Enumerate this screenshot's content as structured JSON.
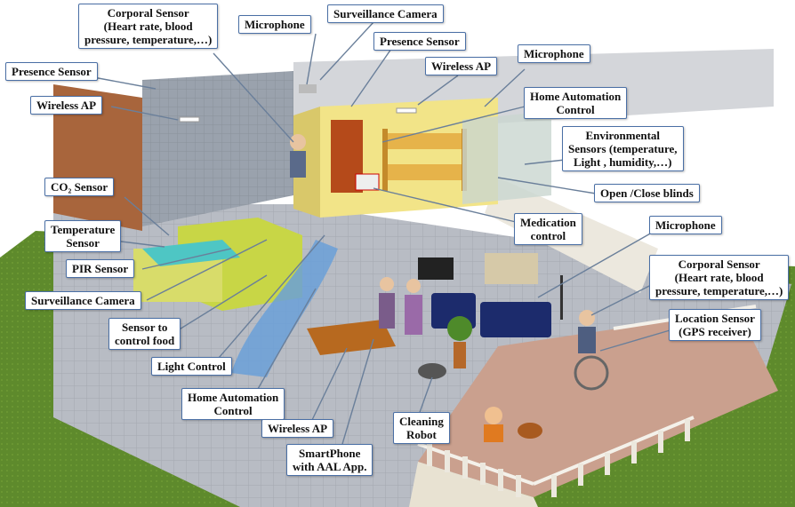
{
  "labels": {
    "corporal_sensor_top": [
      "Corporal Sensor",
      "(Heart rate, blood",
      "pressure, temperature,…)"
    ],
    "microphone_top": "Microphone",
    "surveillance_camera_top": "Surveillance Camera",
    "presence_sensor_mid": "Presence Sensor",
    "presence_sensor_left": "Presence Sensor",
    "wireless_ap_top": "Wireless AP",
    "microphone_right_top": "Microphone",
    "wireless_ap_left": "Wireless AP",
    "home_automation_top": [
      "Home Automation",
      "Control"
    ],
    "environmental_sensors": [
      "Environmental",
      "Sensors (temperature,",
      "Light , humidity,…)"
    ],
    "co2_sensor": "CO₂ Sensor",
    "open_close_blinds": "Open /Close blinds",
    "temperature_sensor": [
      "Temperature",
      "Sensor"
    ],
    "medication_control": [
      "Medication",
      "control"
    ],
    "microphone_right": "Microphone",
    "pir_sensor": "PIR Sensor",
    "corporal_sensor_right": [
      "Corporal Sensor",
      "(Heart rate, blood",
      "pressure, temperature,…)"
    ],
    "surveillance_camera_left": "Surveillance Camera",
    "location_sensor": [
      "Location Sensor",
      "(GPS receiver)"
    ],
    "sensor_control_food": [
      "Sensor to",
      "control food"
    ],
    "light_control": "Light Control",
    "home_automation_bottom": [
      "Home Automation",
      "Control"
    ],
    "cleaning_robot": [
      "Cleaning",
      "Robot"
    ],
    "wireless_ap_bottom": "Wireless AP",
    "smartphone": [
      "SmartPhone",
      "with AAL App."
    ]
  },
  "colors": {
    "lawn": "#5e8a2c",
    "terrace_floor": "#caa08e",
    "floor_tiles": "#b8bcc4",
    "bedroom_wall": "#f2e488",
    "brick_wall": "#a8653c",
    "callout_border": "#4a6fa5"
  }
}
